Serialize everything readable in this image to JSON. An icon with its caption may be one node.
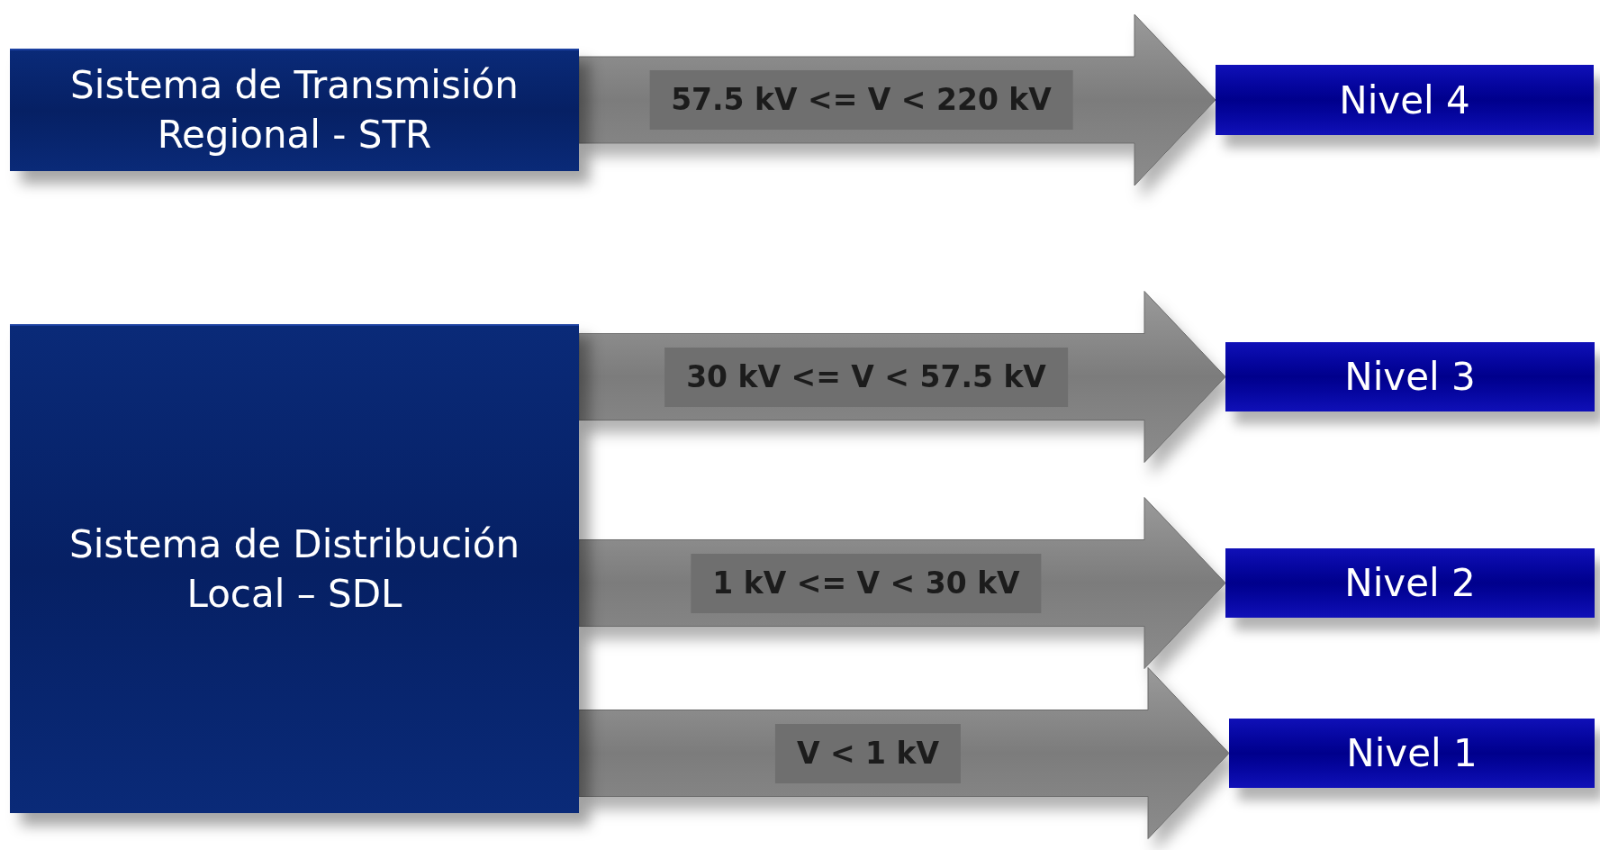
{
  "diagram": {
    "nodes": [
      {
        "text": [
          "Sistema de Transmisión Regional - STR"
        ]
      },
      {
        "text": [
          "Sistema de Distribución Local – SDL"
        ]
      },
      {
        "text": [
          "Nivel 4"
        ]
      },
      {
        "text": [
          "Nivel 3"
        ]
      },
      {
        "text": [
          "Nivel 2"
        ]
      },
      {
        "text": [
          "Nivel 1"
        ]
      }
    ],
    "edges": [
      {
        "from": 0,
        "to": 2,
        "arrow": "to",
        "label": "57.5 kV <= V < 220 kV"
      },
      {
        "from": 1,
        "to": 3,
        "arrow": "to",
        "label": "30 kV <= V < 57.5 kV"
      },
      {
        "from": 1,
        "to": 4,
        "arrow": "to",
        "label": "1 kV <= V < 30 kV"
      },
      {
        "from": 1,
        "to": 5,
        "arrow": "to",
        "label": "V < 1 kV"
      }
    ]
  }
}
